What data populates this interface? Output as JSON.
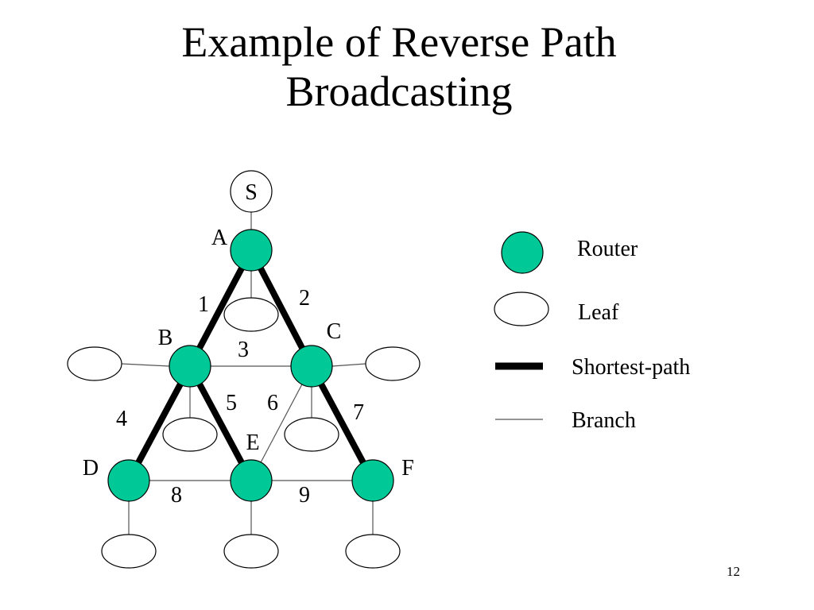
{
  "slide": {
    "title_line1": "Example of Reverse Path",
    "title_line2": "Broadcasting",
    "page_number": "12"
  },
  "colors": {
    "router_fill": "#00c896",
    "stroke": "#000000",
    "branch_stroke": "#555555",
    "background": "#ffffff"
  },
  "diagram": {
    "source": {
      "id": "S",
      "label": "S"
    },
    "routers": [
      {
        "id": "A",
        "label": "A"
      },
      {
        "id": "B",
        "label": "B"
      },
      {
        "id": "C",
        "label": "C"
      },
      {
        "id": "D",
        "label": "D"
      },
      {
        "id": "E",
        "label": "E"
      },
      {
        "id": "F",
        "label": "F"
      }
    ],
    "links": [
      {
        "id": "1",
        "label": "1",
        "from": "A",
        "to": "B",
        "type": "shortest-path"
      },
      {
        "id": "2",
        "label": "2",
        "from": "A",
        "to": "C",
        "type": "shortest-path"
      },
      {
        "id": "3",
        "label": "3",
        "from": "B",
        "to": "C",
        "type": "branch"
      },
      {
        "id": "4",
        "label": "4",
        "from": "B",
        "to": "D",
        "type": "shortest-path"
      },
      {
        "id": "5",
        "label": "5",
        "from": "B",
        "to": "E",
        "type": "shortest-path"
      },
      {
        "id": "6",
        "label": "6",
        "from": "C",
        "to": "E",
        "type": "branch"
      },
      {
        "id": "7",
        "label": "7",
        "from": "C",
        "to": "F",
        "type": "shortest-path"
      },
      {
        "id": "8",
        "label": "8",
        "from": "D",
        "to": "E",
        "type": "branch"
      },
      {
        "id": "9",
        "label": "9",
        "from": "E",
        "to": "F",
        "type": "branch"
      }
    ],
    "leaf_attachments": [
      "A",
      "B-left",
      "B",
      "C",
      "C-right",
      "D",
      "E",
      "F"
    ],
    "source_attachment": "A"
  },
  "legend": {
    "items": [
      {
        "key": "router",
        "label": "Router"
      },
      {
        "key": "leaf",
        "label": "Leaf"
      },
      {
        "key": "shortest-path",
        "label": "Shortest-path"
      },
      {
        "key": "branch",
        "label": "Branch"
      }
    ]
  }
}
